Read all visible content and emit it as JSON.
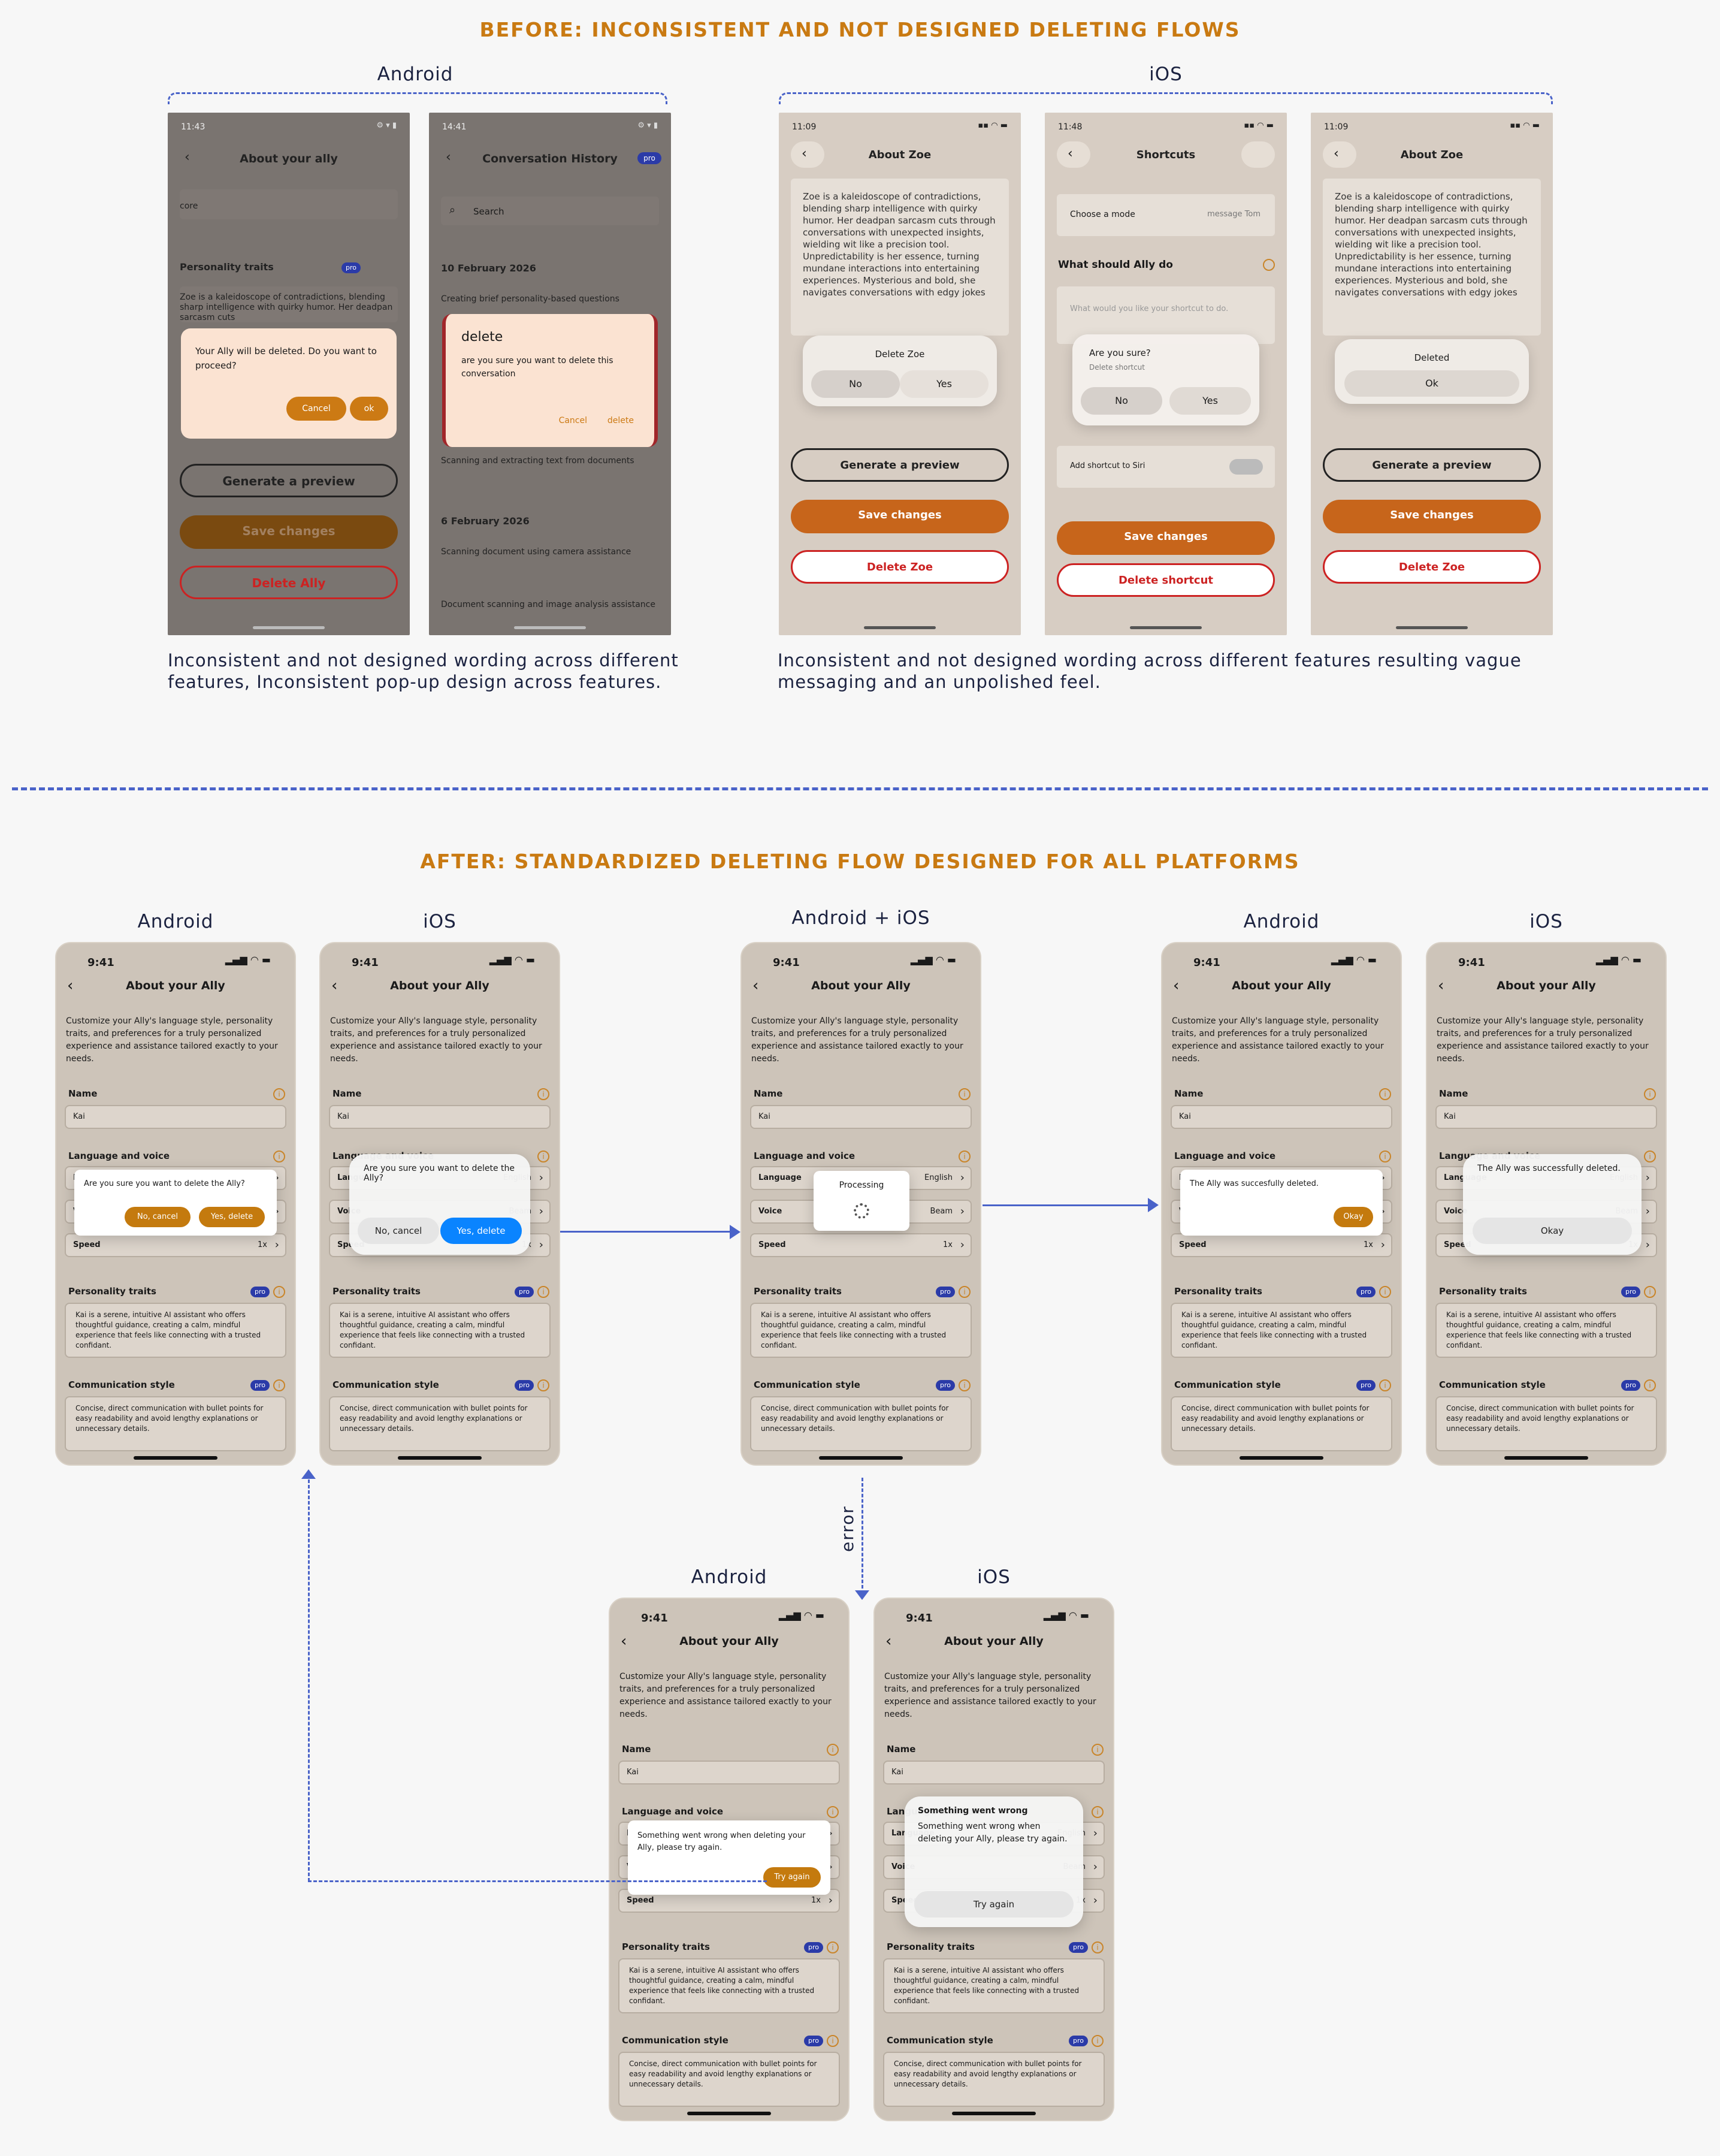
{
  "headings": {
    "before": "BEFORE: INCONSISTENT AND NOT DESIGNED DELETING FLOWS",
    "after": "AFTER: STANDARDIZED DELETING FLOW DESIGNED FOR ALL PLATFORMS"
  },
  "before": {
    "android_label": "Android",
    "ios_label": "iOS",
    "android_caption": "Inconsistent and not designed wording across different features, Inconsistent pop-up design across features.",
    "ios_caption": "Inconsistent and not designed wording across different features resulting vague messaging and an unpolished feel.",
    "screen1": {
      "time": "11:43",
      "title": "About your ally",
      "core": "core",
      "section": "Personality traits",
      "pro": "pro",
      "bio": "Zoe is a kaleidoscope of contradictions, blending sharp intelligence with quirky humor. Her deadpan sarcasm cuts",
      "dialog_text": "Your Ally will be deleted. Do you want to proceed?",
      "cancel": "Cancel",
      "ok": "ok",
      "generate": "Generate a preview",
      "save": "Save changes",
      "delete": "Delete Ally"
    },
    "screen2": {
      "time": "14:41",
      "title": "Conversation History",
      "pro": "pro",
      "search": "Search",
      "date1": "10 February 2026",
      "item1": "Creating brief personality-based questions",
      "dialog_title": "delete",
      "dialog_text": "are you sure you want to delete this conversation",
      "cancel": "Cancel",
      "delete": "delete",
      "item2": "Scanning and extracting text from documents",
      "date2": "6 February 2026",
      "item3": "Scanning document using camera assistance",
      "item4": "Document scanning and image analysis assistance"
    },
    "screen3": {
      "time": "11:09",
      "title": "About Zoe",
      "bio": "Zoe is a kaleidoscope of contradictions, blending sharp intelligence with quirky humor. Her deadpan sarcasm cuts through conversations with unexpected insights, wielding wit like a precision tool. Unpredictability is her essence, turning mundane interactions into entertaining experiences. Mysterious and bold, she navigates conversations with edgy jokes",
      "dialog_text": "Delete Zoe",
      "no": "No",
      "yes": "Yes",
      "generate": "Generate a preview",
      "save": "Save changes",
      "delete": "Delete Zoe"
    },
    "screen4": {
      "time": "11:48",
      "title": "Shortcuts",
      "mode": "Choose a mode",
      "mode_val": "message Tom",
      "question": "What should Ally do",
      "placeholder": "What would you like your shortcut to do.",
      "dialog_title": "Are you sure?",
      "dialog_sub": "Delete shortcut",
      "no": "No",
      "yes": "Yes",
      "siri": "Add shortcut to Siri",
      "save": "Save changes",
      "delete": "Delete shortcut"
    },
    "screen5": {
      "time": "11:09",
      "title": "About Zoe",
      "bio": "Zoe is a kaleidoscope of contradictions, blending sharp intelligence with quirky humor. Her deadpan sarcasm cuts through conversations with unexpected insights, wielding wit like a precision tool. Unpredictability is her essence, turning mundane interactions into entertaining experiences. Mysterious and bold, she navigates conversations with edgy jokes",
      "dialog_text": "Deleted",
      "ok": "Ok",
      "generate": "Generate a preview",
      "save": "Save changes",
      "delete": "Delete Zoe"
    }
  },
  "after": {
    "labels": {
      "android": "Android",
      "ios": "iOS",
      "both": "Android + iOS",
      "error": "error"
    },
    "phone": {
      "time": "9:41",
      "title": "About your Ally",
      "desc": "Customize your Ally's language style, personality traits, and preferences for a truly personalized experience and assistance tailored exactly to your needs.",
      "name_label": "Name",
      "name_value": "Kai",
      "lang_label": "Language and voice",
      "language": "Language",
      "language_val": "English",
      "voice": "Voice",
      "voice_val": "Beam",
      "speed": "Speed",
      "speed_val": "1x",
      "traits_label": "Personality traits",
      "traits_text": "Kai is a serene, intuitive AI assistant who offers thoughtful guidance, creating a calm, mindful experience that feels like connecting with a trusted confidant.",
      "comm_label": "Communication style",
      "comm_text": "Concise, direct communication with bullet points for easy readability and avoid lengthy explanations or unnecessary details.",
      "pro": "pro",
      "info": "i"
    },
    "confirm_android": {
      "text": "Are you sure you want to delete the Ally?",
      "cancel": "No, cancel",
      "confirm": "Yes, delete"
    },
    "confirm_ios": {
      "text": "Are you sure you want to delete the Ally?",
      "cancel": "No, cancel",
      "confirm": "Yes, delete"
    },
    "processing": "Processing",
    "success_android": {
      "text": "The Ally was succesfully deleted.",
      "button": "Okay"
    },
    "success_ios": {
      "text": "The Ally was successfully deleted.",
      "button": "Okay"
    },
    "error_android": {
      "text": "Something went wrong when deleting your Ally, please try again.",
      "button": "Try again"
    },
    "error_ios": {
      "title": "Something went wrong",
      "text": "Something went wrong when deleting your Ally, please try again.",
      "button": "Try again"
    }
  }
}
